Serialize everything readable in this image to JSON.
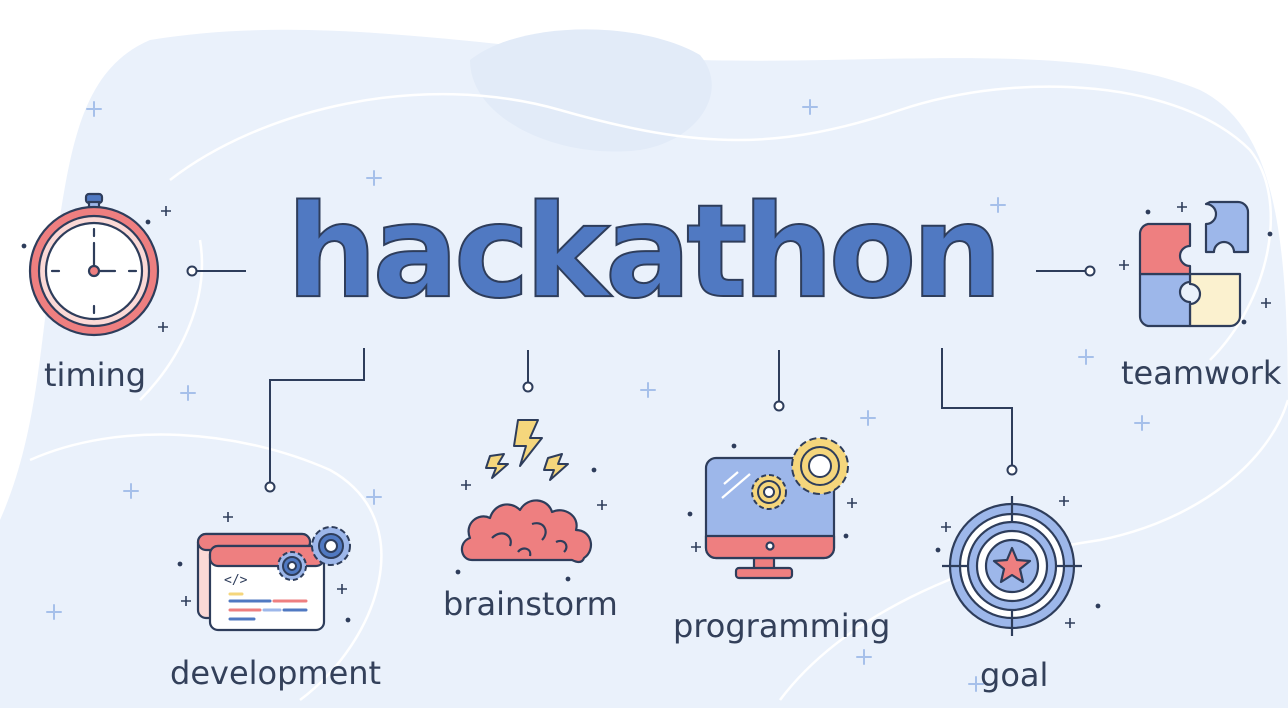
{
  "title": "hackathon",
  "nodes": [
    {
      "id": "timing",
      "label": "timing",
      "icon": "stopwatch-icon"
    },
    {
      "id": "development",
      "label": "development",
      "icon": "code-window-gears-icon"
    },
    {
      "id": "brainstorm",
      "label": "brainstorm",
      "icon": "brain-lightning-icon"
    },
    {
      "id": "programming",
      "label": "programming",
      "icon": "monitor-gears-icon"
    },
    {
      "id": "goal",
      "label": "goal",
      "icon": "target-star-icon"
    },
    {
      "id": "teamwork",
      "label": "teamwork",
      "icon": "puzzle-pieces-icon"
    }
  ],
  "colors": {
    "background": "#eaf1fb",
    "title_fill": "#5079c2",
    "outline": "#2e3d5b",
    "accent_red": "#ee7f80",
    "accent_blue": "#9db7ea",
    "accent_yellow": "#f5d67c",
    "accent_cream": "#fbf1cf",
    "text": "#33405a"
  }
}
